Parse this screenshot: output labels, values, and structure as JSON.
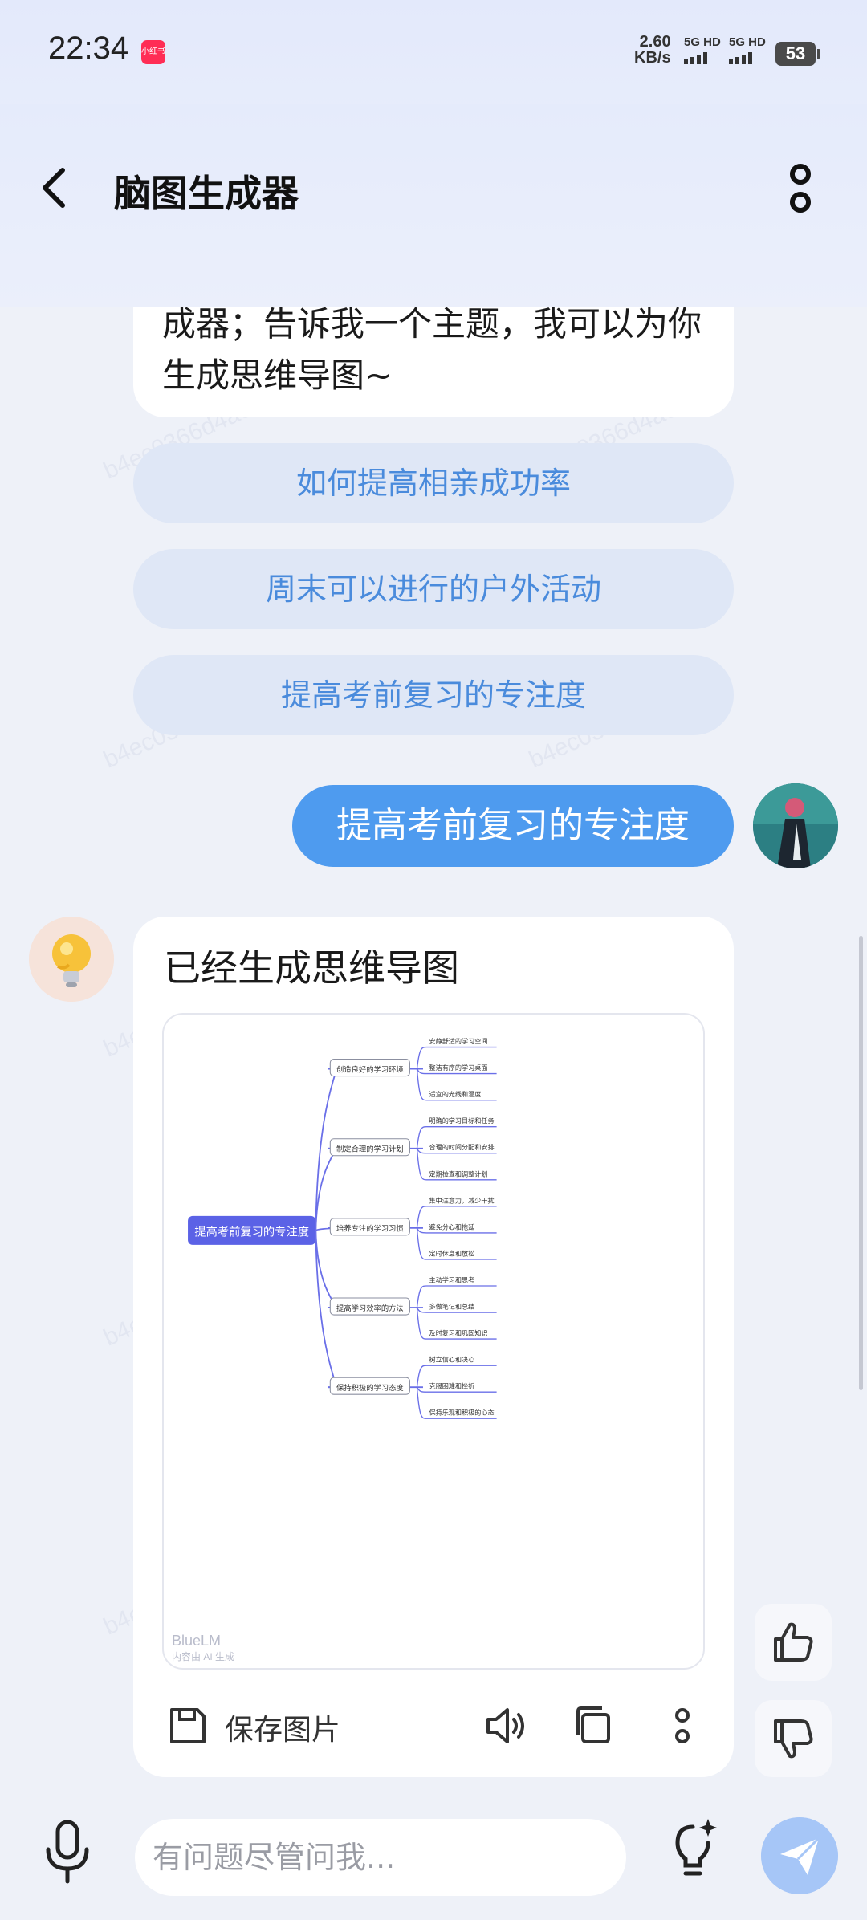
{
  "status_bar": {
    "time": "22:34",
    "app_badge": "小红书",
    "net_speed": "2.60",
    "net_unit": "KB/s",
    "sim1": "5G HD",
    "sim2": "5G HD",
    "battery": "53"
  },
  "header": {
    "title": "脑图生成器"
  },
  "chat": {
    "intro_text": "成器；告诉我一个主题，我可以为你生成思维导图~",
    "suggestions": [
      "如何提高相亲成功率",
      "周末可以进行的户外活动",
      "提高考前复习的专注度"
    ],
    "user_message": "提高考前复习的专注度",
    "answer_title": "已经生成思维导图",
    "save_label": "保存图片"
  },
  "mindmap": {
    "root": "提高考前复习的专注度",
    "branches": [
      {
        "label": "创造良好的学习环境",
        "leaves": [
          "安静舒适的学习空间",
          "整洁有序的学习桌面",
          "适宜的光线和温度"
        ]
      },
      {
        "label": "制定合理的学习计划",
        "leaves": [
          "明确的学习目标和任务",
          "合理的时间分配和安排",
          "定期检查和调整计划"
        ]
      },
      {
        "label": "培养专注的学习习惯",
        "leaves": [
          "集中注意力，减少干扰",
          "避免分心和拖延",
          "定时休息和放松"
        ]
      },
      {
        "label": "提高学习效率的方法",
        "leaves": [
          "主动学习和思考",
          "多做笔记和总结",
          "及时复习和巩固知识"
        ]
      },
      {
        "label": "保持积极的学习态度",
        "leaves": [
          "树立信心和决心",
          "克服困难和挫折",
          "保持乐观和积极的心态"
        ]
      }
    ],
    "logo": "BlueLM",
    "logo_sub": "内容由 AI 生成"
  },
  "input": {
    "placeholder": "有问题尽管问我..."
  },
  "watermark": "b4ec0366d4ae1fcd",
  "colors": {
    "accent": "#4e9bef",
    "suggestion_text": "#4a8bdc",
    "suggestion_bg": "#dfe7f6",
    "mindmap_root": "#5b62e6",
    "mindmap_line": "#6a6fe8",
    "send_button": "#a6c6f7"
  }
}
